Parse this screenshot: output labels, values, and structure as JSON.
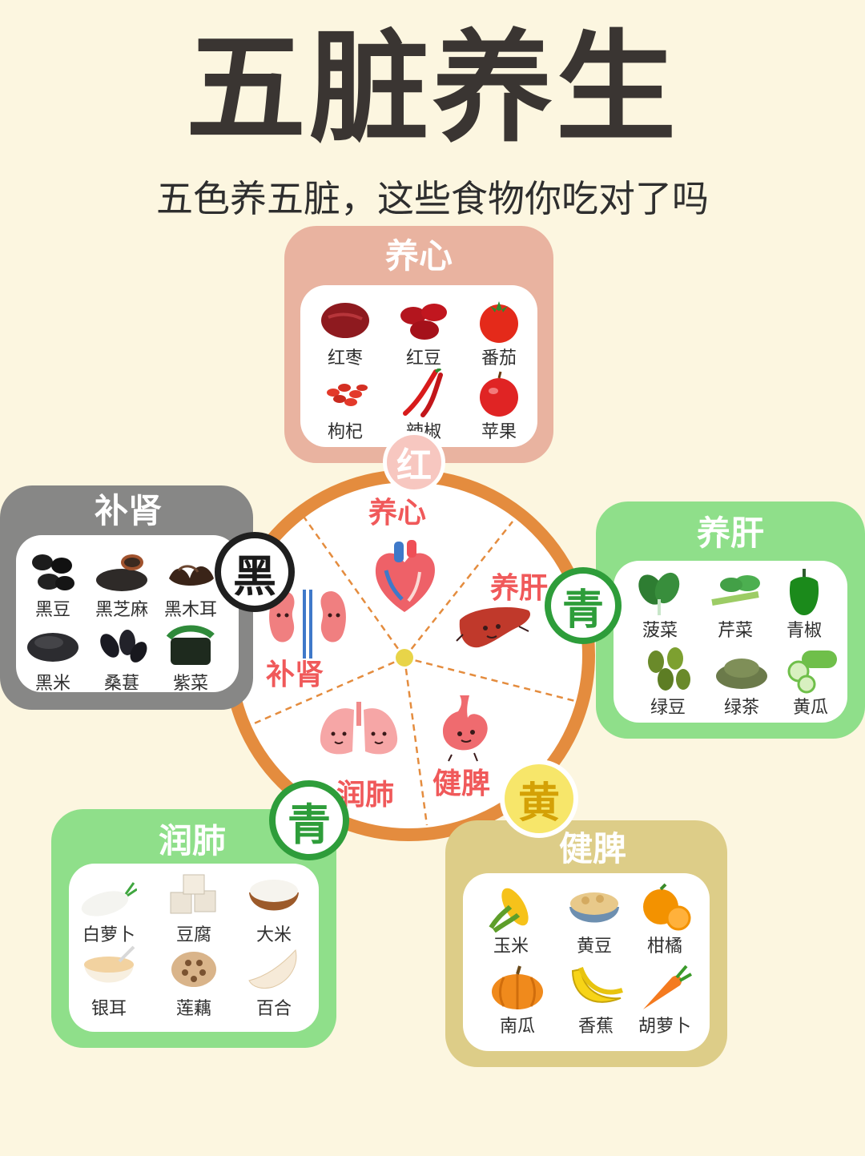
{
  "title": "五脏养生",
  "subtitle": "五色养五脏，这些食物你吃对了吗",
  "colors": {
    "background": "#fcf6e0",
    "heart_panel": "#e9b3a0",
    "kidney_panel": "#878786",
    "liver_panel": "#8fdf8a",
    "lung_panel": "#8fdf8a",
    "spleen_panel": "#ddcd88",
    "wheel_ring": "#e48c3e",
    "segment_label": "#f0595a"
  },
  "wheel": {
    "segments": [
      "养心",
      "养肝",
      "健脾",
      "润肺",
      "补肾"
    ],
    "badges": {
      "red": "红",
      "cyan_liver": "青",
      "yellow": "黄",
      "cyan_lung": "青",
      "black": "黑"
    }
  },
  "panels": {
    "heart": {
      "title": "养心",
      "foods": [
        {
          "name": "红枣",
          "icon": "red-date-icon"
        },
        {
          "name": "红豆",
          "icon": "red-bean-icon"
        },
        {
          "name": "番茄",
          "icon": "tomato-icon"
        },
        {
          "name": "枸杞",
          "icon": "goji-icon"
        },
        {
          "name": "辣椒",
          "icon": "chili-icon"
        },
        {
          "name": "苹果",
          "icon": "apple-icon"
        }
      ]
    },
    "kidney": {
      "title": "补肾",
      "foods": [
        {
          "name": "黑豆",
          "icon": "black-bean-icon"
        },
        {
          "name": "黑芝麻",
          "icon": "black-sesame-icon"
        },
        {
          "name": "黑木耳",
          "icon": "black-fungus-icon"
        },
        {
          "name": "黑米",
          "icon": "black-rice-icon"
        },
        {
          "name": "桑葚",
          "icon": "mulberry-icon"
        },
        {
          "name": "紫菜",
          "icon": "seaweed-icon"
        }
      ]
    },
    "liver": {
      "title": "养肝",
      "foods": [
        {
          "name": "菠菜",
          "icon": "spinach-icon"
        },
        {
          "name": "芹菜",
          "icon": "celery-icon"
        },
        {
          "name": "青椒",
          "icon": "green-pepper-icon"
        },
        {
          "name": "绿豆",
          "icon": "mung-bean-icon"
        },
        {
          "name": "绿茶",
          "icon": "green-tea-icon"
        },
        {
          "name": "黄瓜",
          "icon": "cucumber-icon"
        }
      ]
    },
    "lung": {
      "title": "润肺",
      "foods": [
        {
          "name": "白萝卜",
          "icon": "white-radish-icon"
        },
        {
          "name": "豆腐",
          "icon": "tofu-icon"
        },
        {
          "name": "大米",
          "icon": "rice-icon"
        },
        {
          "name": "银耳",
          "icon": "white-fungus-icon"
        },
        {
          "name": "莲藕",
          "icon": "lotus-root-icon"
        },
        {
          "name": "百合",
          "icon": "lily-bulb-icon"
        }
      ]
    },
    "spleen": {
      "title": "健脾",
      "foods": [
        {
          "name": "玉米",
          "icon": "corn-icon"
        },
        {
          "name": "黄豆",
          "icon": "soybean-icon"
        },
        {
          "name": "柑橘",
          "icon": "orange-icon"
        },
        {
          "name": "南瓜",
          "icon": "pumpkin-icon"
        },
        {
          "name": "香蕉",
          "icon": "banana-icon"
        },
        {
          "name": "胡萝卜",
          "icon": "carrot-icon"
        }
      ]
    }
  }
}
